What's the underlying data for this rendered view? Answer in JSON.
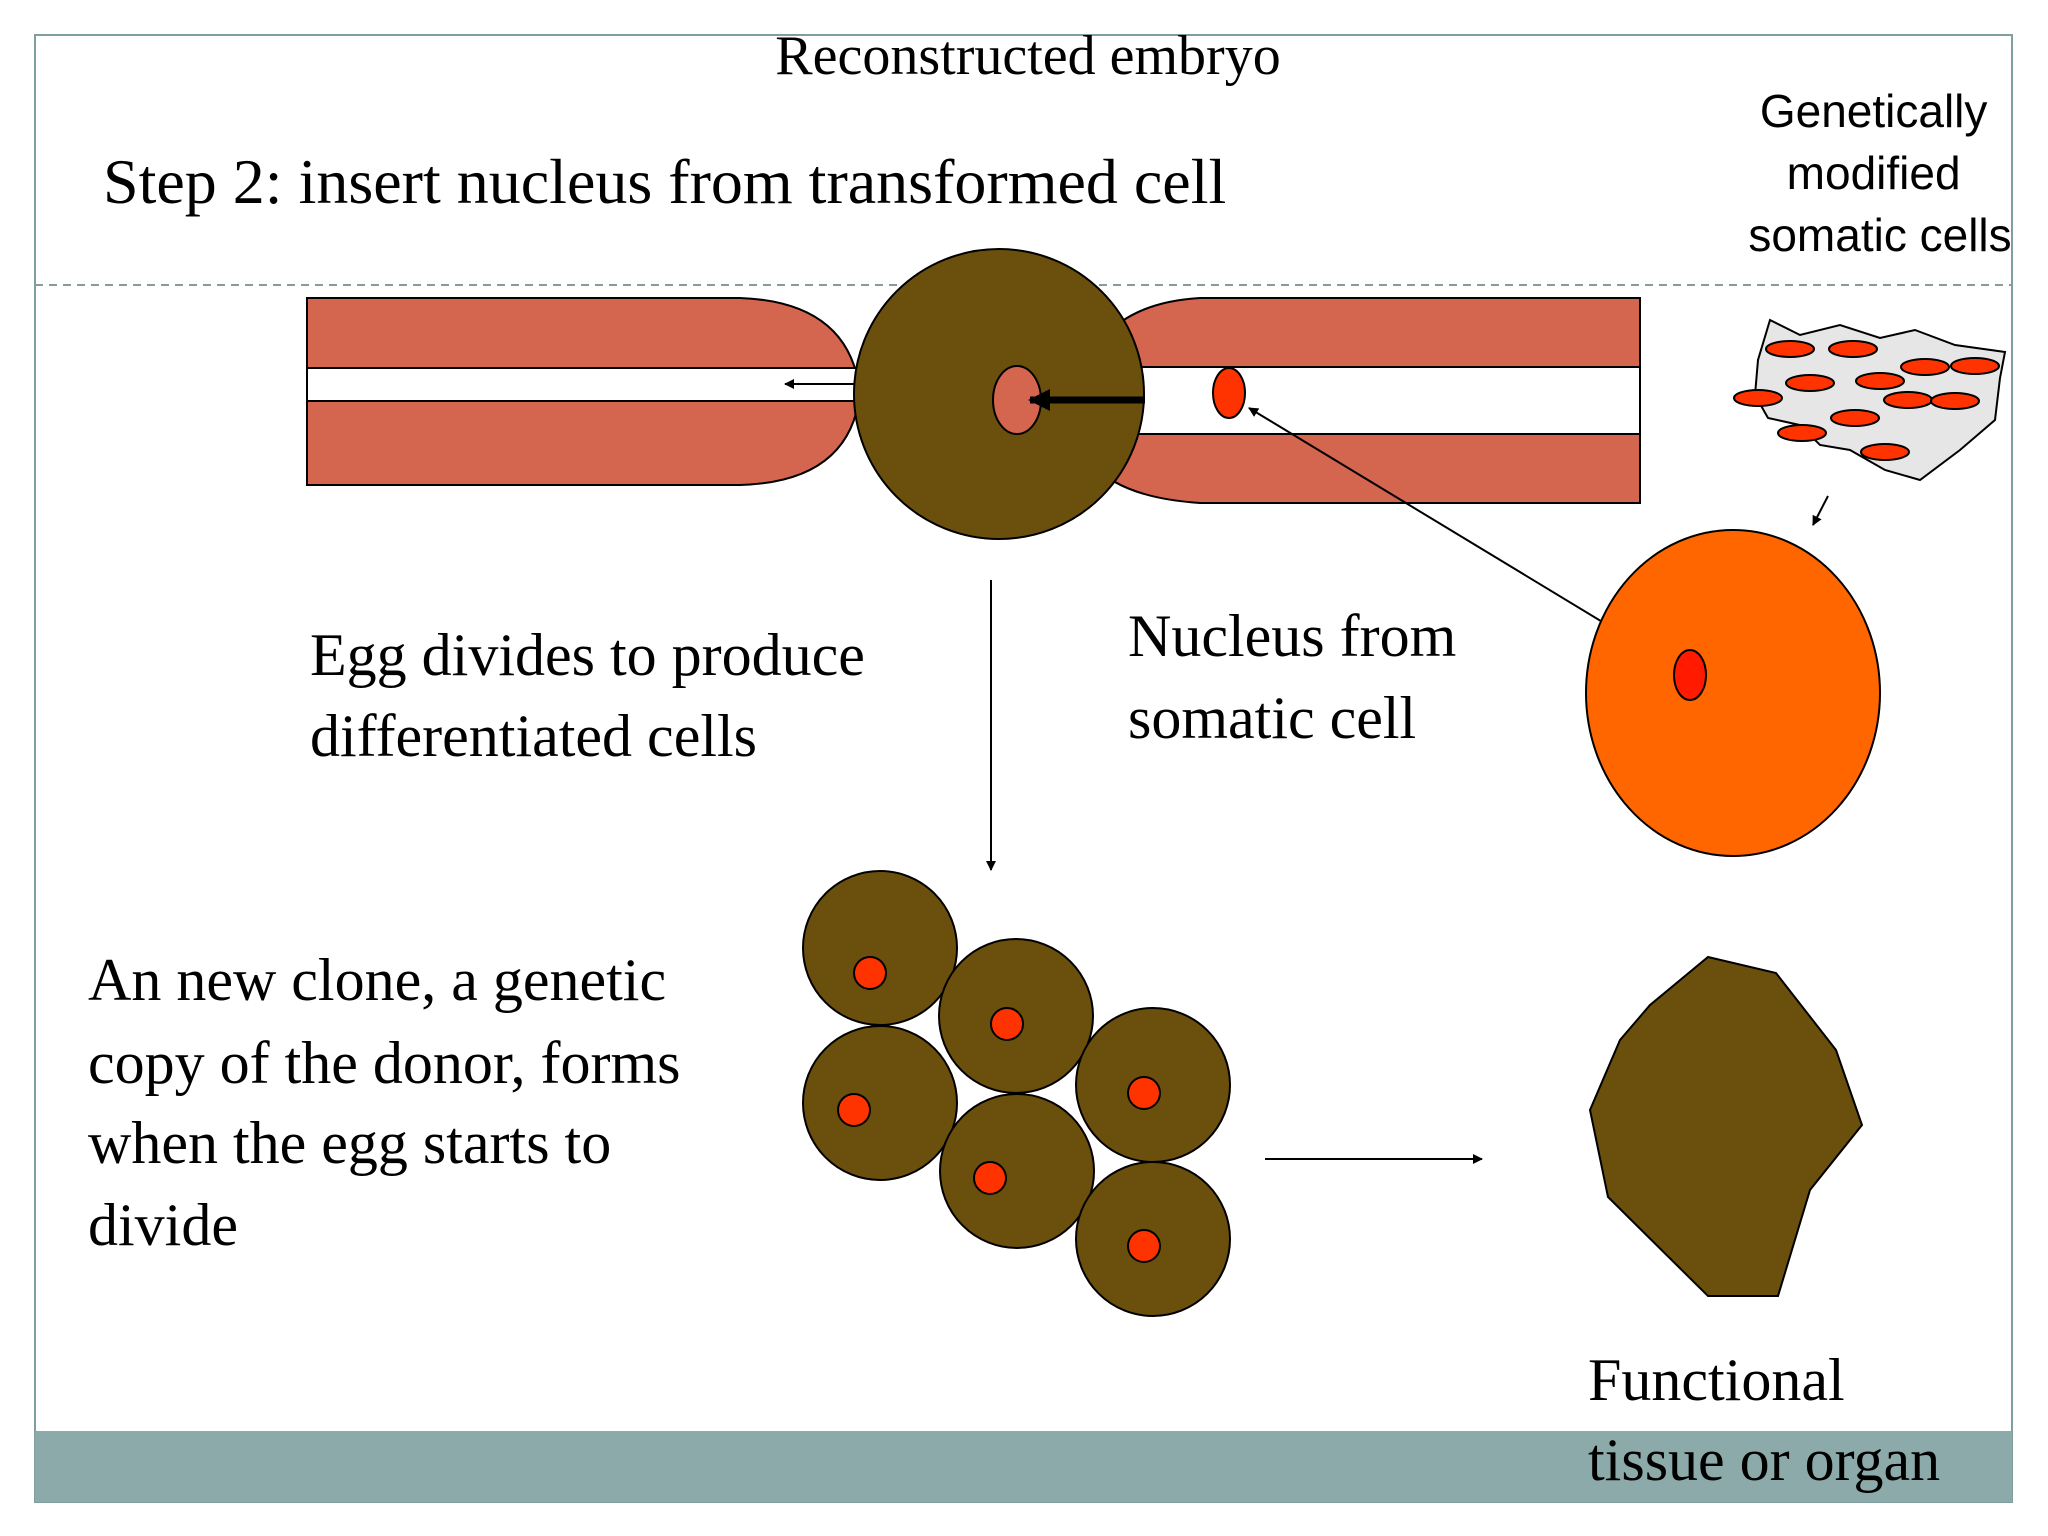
{
  "title": "Reconstructed embryo",
  "step_label": "Step 2: insert nucleus from transformed cell",
  "gm_cells_label": [
    "Genetically",
    "modified",
    "somatic cells"
  ],
  "egg_divides_label": [
    "Egg divides to produce",
    "differentiated cells"
  ],
  "nucleus_label": [
    "Nucleus from",
    "somatic cell"
  ],
  "clone_label": [
    "An new clone, a genetic",
    "copy of the donor, forms",
    "when the egg starts to",
    "divide"
  ],
  "tissue_label": [
    "Functional",
    "tissue or organ"
  ],
  "colors": {
    "pipette": "#d4654f",
    "egg": "#6b4f0c",
    "somatic_cell": "#ff6600",
    "nucleus": "#ff3300",
    "footer_bar": "#8daaaa"
  }
}
